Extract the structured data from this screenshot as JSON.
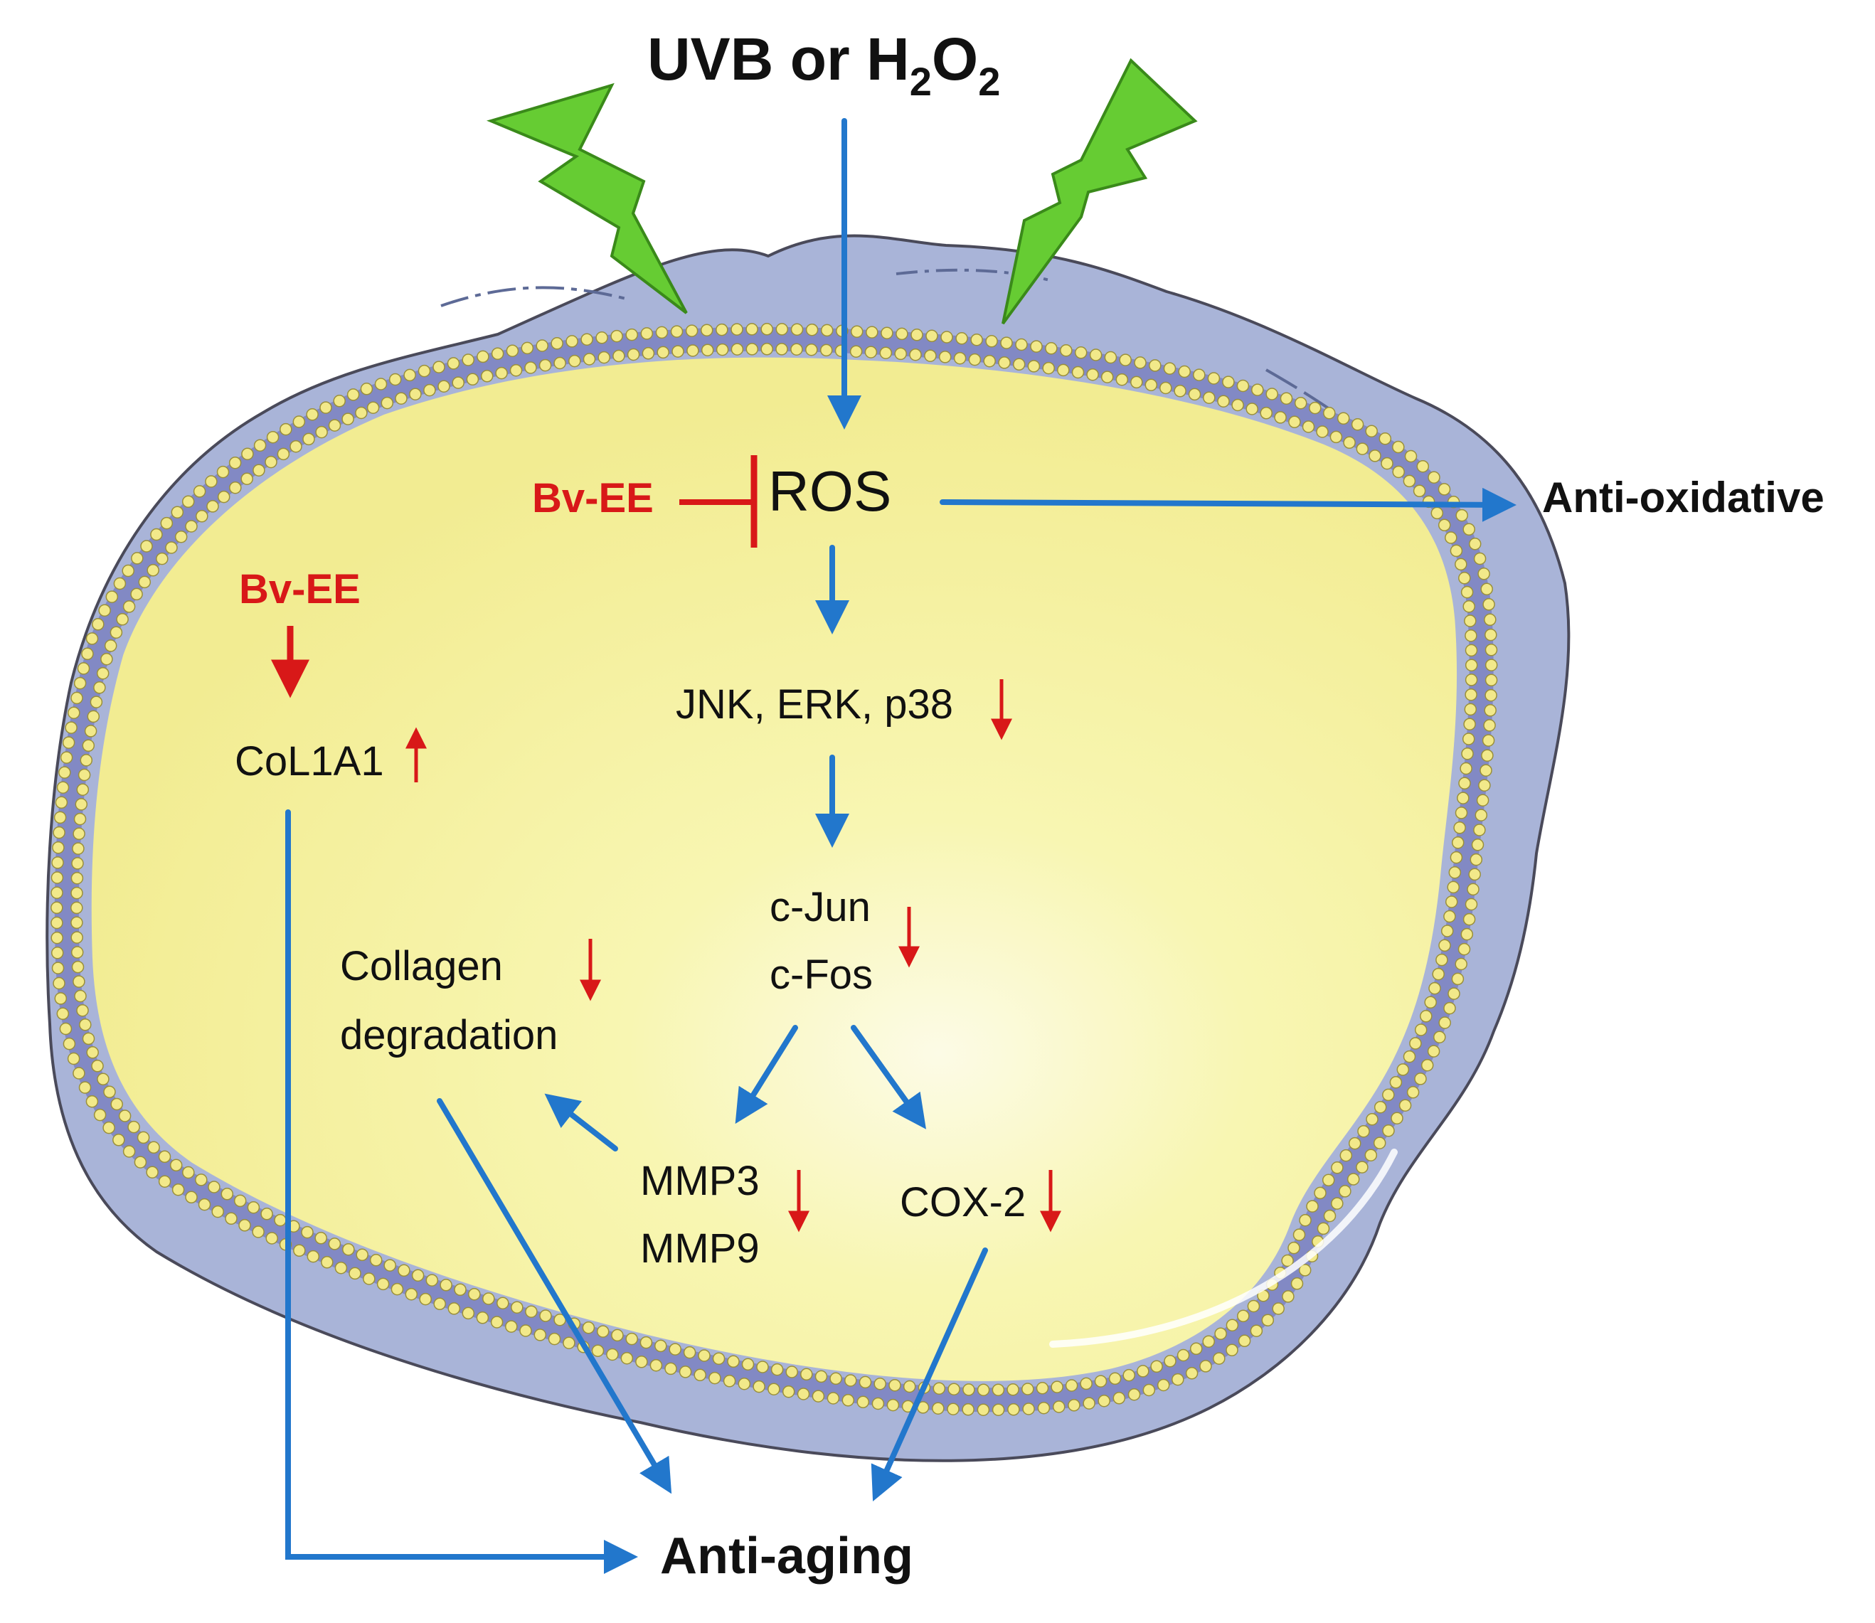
{
  "title": {
    "prefix": "UVB or H",
    "sub1": "2",
    "mid": "O",
    "sub2": "2"
  },
  "nodes": {
    "ros": "ROS",
    "bv_ee_top": "Bv-EE",
    "bv_ee_left": "Bv-EE",
    "col1a1": "CoL1A1",
    "mapk": "JNK, ERK, p38",
    "cjun": "c-Jun",
    "cfos": "c-Fos",
    "collagen_line1": "Collagen",
    "collagen_line2": "degradation",
    "mmp3": "MMP3",
    "mmp9": "MMP9",
    "cox2": "COX-2",
    "anti_oxidative": "Anti-oxidative",
    "anti_aging": "Anti-aging"
  },
  "colors": {
    "flow_arrow": "#2277cc",
    "regulation_red": "#d81818",
    "lightning": "#66cc33",
    "cell_outer": "#a9b4d8",
    "cell_interior": "#f6f39a",
    "membrane_bead": "#f2e98a"
  },
  "icons": {
    "lightning": "lightning-bolt-icon",
    "up": "up-arrow-icon",
    "down": "down-arrow-icon"
  }
}
